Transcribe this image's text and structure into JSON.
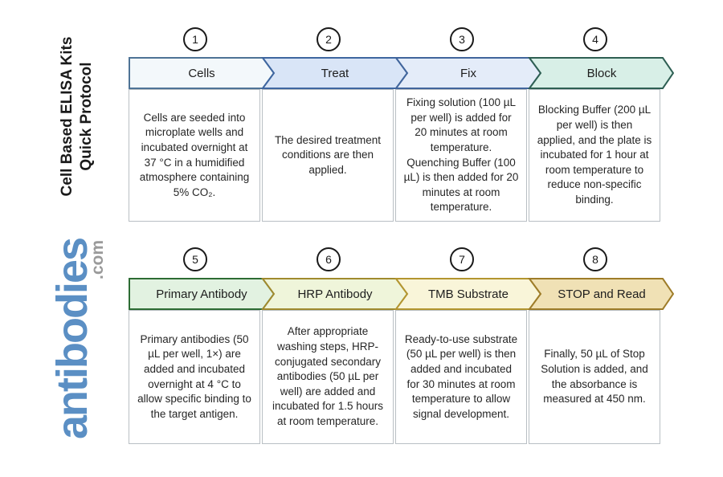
{
  "page": {
    "background": "#ffffff"
  },
  "sidebar": {
    "title_line1": "Cell Based ELISA Kits",
    "title_line2": "Quick Protocol",
    "logo_text": "antibodies",
    "logo_suffix": ".com",
    "logo_color": "#5b8fc4",
    "logo_suffix_color": "#9a9a9a"
  },
  "steps": [
    {
      "number": "1",
      "label": "Cells",
      "body": "Cells are seeded into microplate wells and incubated overnight at 37 °C in a humidified atmosphere containing 5% CO₂.",
      "fill": "#f3f8fb",
      "stroke": "#4e7396"
    },
    {
      "number": "2",
      "label": "Treat",
      "body": "The desired treatment conditions are then applied.",
      "fill": "#d9e5f7",
      "stroke": "#3e66a0"
    },
    {
      "number": "3",
      "label": "Fix",
      "body": "Fixing solution (100 µL per well) is added for 20 minutes at room temperature. Quenching Buffer (100 µL) is then added for 20 minutes at room temperature.",
      "fill": "#e4ecf9",
      "stroke": "#41659c"
    },
    {
      "number": "4",
      "label": "Block",
      "body": "Blocking Buffer (200 µL per well) is then applied, and the plate is incubated for 1 hour at room temperature to reduce non-specific binding.",
      "fill": "#d8efe7",
      "stroke": "#2e5f53"
    },
    {
      "number": "5",
      "label": "Primary Antibody",
      "body": "Primary antibodies (50 µL per well, 1×) are added and incubated overnight at 4 °C to allow specific binding to the target antigen.",
      "fill": "#e2f2e1",
      "stroke": "#2d6c34"
    },
    {
      "number": "6",
      "label": "HRP Antibody",
      "body": "After appropriate washing steps, HRP-conjugated secondary antibodies (50 µL per well) are added and incubated for 1.5 hours at room temperature.",
      "fill": "#eff5da",
      "stroke": "#a08a2e"
    },
    {
      "number": "7",
      "label": "TMB Substrate",
      "body": "Ready-to-use substrate (50 µL per well) is then added and incubated for 30 minutes at room temperature to allow signal development.",
      "fill": "#f9f5d9",
      "stroke": "#b3952f"
    },
    {
      "number": "8",
      "label": "STOP and Read",
      "body": "Finally, 50 µL of Stop Solution is added, and the absorbance is measured at 450 nm.",
      "fill": "#f0e1b5",
      "stroke": "#9e7c29"
    }
  ]
}
